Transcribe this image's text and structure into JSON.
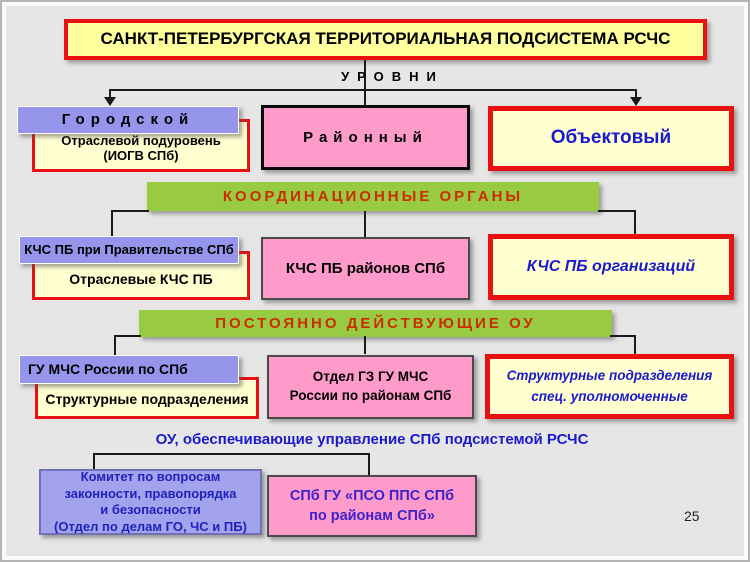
{
  "title": "САНКТ-ПЕТЕРБУРГСКАЯ ТЕРРИТОРИАЛЬНАЯ ПОДСИСТЕМА РСЧС",
  "levels_label": "УРОВНИ",
  "levels": {
    "city": "Городской",
    "city_sub_line1": "Отраслевой подуровень",
    "city_sub_line2": "(ИОГВ СПб)",
    "district": "Районный",
    "object": "Объектовый"
  },
  "coordination": {
    "bar": "КООРДИНАЦИОННЫЕ ОРГАНЫ",
    "city": "КЧС ПБ при Правительстве СПб",
    "city_sub": "Отраслевые КЧС ПБ",
    "district": "КЧС ПБ районов СПб",
    "object": "КЧС ПБ организаций"
  },
  "permanent": {
    "bar": "ПОСТОЯННО ДЕЙСТВУЮЩИЕ ОУ",
    "city": "ГУ  МЧС России по СПб",
    "city_sub": "Структурные подразделения",
    "district_line1": "Отдел ГЗ ГУ  МЧС",
    "district_line2": "России по районам СПб",
    "object_line1": "Структурные подразделения",
    "object_line2": "спец. уполномоченные"
  },
  "management": {
    "heading": "ОУ, обеспечивающие управление СПб подсистемой РСЧС",
    "committee_lines": [
      "Комитет по вопросам",
      "законности, правопорядка",
      "и безопасности",
      "(Отдел по делам ГО, ЧС и ПБ)"
    ],
    "pso_line1": "СПб ГУ «ПСО ППС СПб",
    "pso_line2": "по районам СПб»"
  },
  "page_number": "25",
  "colors": {
    "slide_background": "#e6e6e6",
    "title_fill": "#ffff9e",
    "cream_fill": "#ffffd0",
    "pink_fill": "#ff9bcb",
    "periwinkle_fill": "#9595eb",
    "bar_green": "#99cb42",
    "border_red": "#e81010",
    "text_red": "#cc2b00",
    "text_blue": "#1a1acd",
    "connector_black": "#1a1a1a"
  }
}
